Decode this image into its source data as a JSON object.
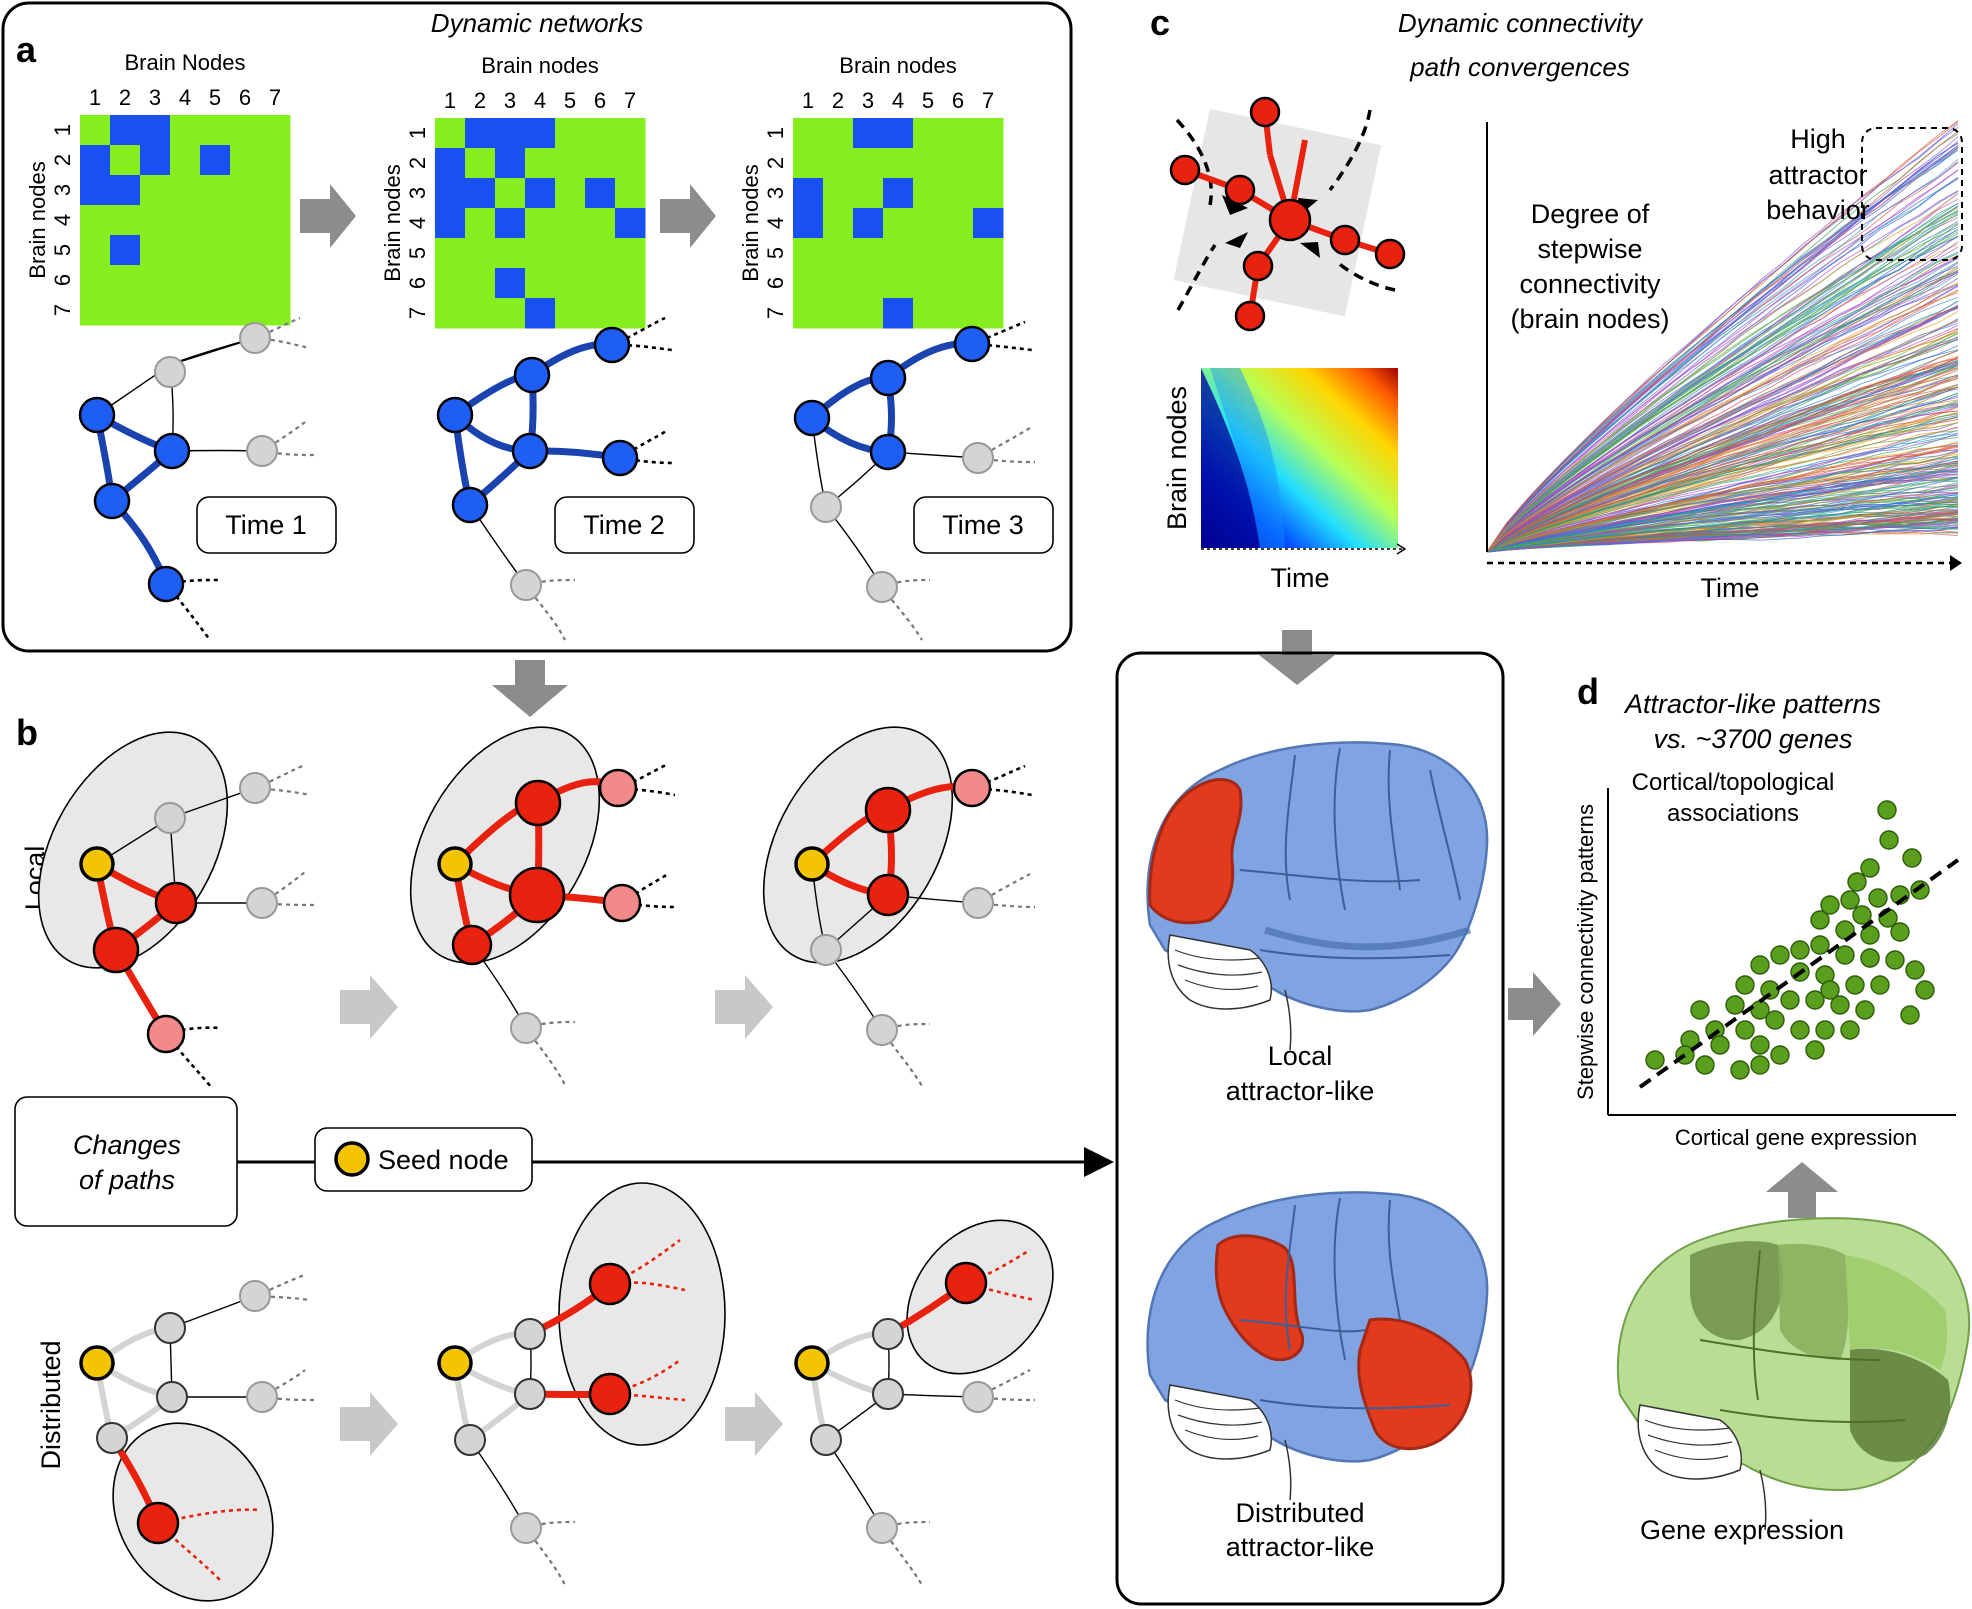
{
  "panel_a": {
    "letter": "a",
    "title": "Dynamic networks",
    "matrix_labels": [
      "Brain Nodes",
      "Brain nodes",
      "Brain nodes"
    ],
    "side_label": "Brain nodes",
    "tick_numbers": [
      "1",
      "2",
      "3",
      "4",
      "5",
      "6",
      "7"
    ],
    "time_labels": [
      "Time 1",
      "Time 2",
      "Time 3"
    ],
    "matrices": [
      [
        [
          0,
          1,
          1,
          0,
          0,
          0,
          0
        ],
        [
          1,
          0,
          1,
          0,
          1,
          0,
          0
        ],
        [
          1,
          1,
          0,
          0,
          0,
          0,
          0
        ],
        [
          0,
          0,
          0,
          0,
          0,
          0,
          0
        ],
        [
          0,
          1,
          0,
          0,
          0,
          0,
          0
        ],
        [
          0,
          0,
          0,
          0,
          0,
          0,
          0
        ],
        [
          0,
          0,
          0,
          0,
          0,
          0,
          0
        ]
      ],
      [
        [
          0,
          1,
          1,
          1,
          0,
          0,
          0
        ],
        [
          1,
          0,
          1,
          0,
          0,
          0,
          0
        ],
        [
          1,
          1,
          0,
          1,
          0,
          1,
          0
        ],
        [
          1,
          0,
          1,
          0,
          0,
          0,
          1
        ],
        [
          0,
          0,
          0,
          0,
          0,
          0,
          0
        ],
        [
          0,
          0,
          1,
          0,
          0,
          0,
          0
        ],
        [
          0,
          0,
          0,
          1,
          0,
          0,
          0
        ]
      ],
      [
        [
          0,
          0,
          1,
          1,
          0,
          0,
          0
        ],
        [
          0,
          0,
          0,
          0,
          0,
          0,
          0
        ],
        [
          1,
          0,
          0,
          1,
          0,
          0,
          0
        ],
        [
          1,
          0,
          1,
          0,
          0,
          0,
          1
        ],
        [
          0,
          0,
          0,
          0,
          0,
          0,
          0
        ],
        [
          0,
          0,
          0,
          0,
          0,
          0,
          0
        ],
        [
          0,
          0,
          0,
          1,
          0,
          0,
          0
        ]
      ]
    ],
    "colors": {
      "connected": "#1a4ff0",
      "unconnected": "#86ee1e",
      "node_active": "#1f5ef2",
      "edge_active": "#1a43b0"
    }
  },
  "panel_b": {
    "letter": "b",
    "row_labels": [
      "Local",
      "Distributed"
    ],
    "changes_label": [
      "Changes",
      "of paths"
    ],
    "seed_label": "Seed node",
    "colors": {
      "path": "#e8220e",
      "seed": "#f5c400",
      "faded": "#f28a8a",
      "inactive": "#d4d4d4"
    }
  },
  "panel_c": {
    "letter": "c",
    "title": [
      "Dynamic connectivity",
      "path convergences"
    ],
    "heatmap_ylabel": "Brain nodes",
    "heatmap_xlabel": "Time",
    "plot_annotation": [
      "Degree of",
      "stepwise",
      "connectivity",
      "(brain nodes)"
    ],
    "high_attractor": [
      "High",
      "attractor",
      "behavior"
    ],
    "plot_xlabel": "Time"
  },
  "brains": {
    "local": [
      "Local",
      "attractor-like"
    ],
    "distributed": [
      "Distributed",
      "attractor-like"
    ],
    "colors": {
      "brain": "#7aa0e0",
      "region": "#e23a1c"
    }
  },
  "panel_d": {
    "letter": "d",
    "title": [
      "Attractor-like patterns",
      "vs. ~3700 genes"
    ],
    "inset": [
      "Cortical/topological",
      "associations"
    ],
    "ylabel": "Stepwise connectivity patterns",
    "xlabel": "Cortical gene expression",
    "gene_label": "Gene expression",
    "point_color": "#5a9e1e"
  }
}
